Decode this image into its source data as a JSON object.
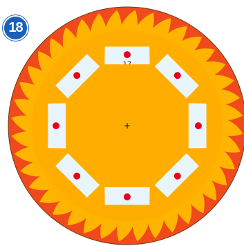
{
  "level": {
    "number": "18"
  },
  "board": {
    "center_marker": "+",
    "slots": [
      {
        "id": "slot-top",
        "label": "17",
        "has_target": true
      },
      {
        "id": "slot-top-right",
        "label": "",
        "has_target": true
      },
      {
        "id": "slot-right",
        "label": "",
        "has_target": true
      },
      {
        "id": "slot-bottom-right",
        "label": "",
        "has_target": true
      },
      {
        "id": "slot-bottom",
        "label": "",
        "has_target": true
      },
      {
        "id": "slot-bottom-left",
        "label": "",
        "has_target": true
      },
      {
        "id": "slot-left",
        "label": "",
        "has_target": true
      },
      {
        "id": "slot-top-left",
        "label": "",
        "has_target": true
      }
    ]
  },
  "colors": {
    "outer_ring": "#f04a1c",
    "flame": "#ffb400",
    "flame_core": "#ffd23a",
    "rim": "#ffae00",
    "center_octagon": "#ffae00",
    "slot_fill": "#e8f6fb",
    "slot_stroke": "#ffae00",
    "target_dot": "#e8001c",
    "badge": "#1b5fb8"
  },
  "icons": {
    "center": "crosshair-plus-icon",
    "target": "red-dot-icon",
    "flame": "flame-icon"
  }
}
